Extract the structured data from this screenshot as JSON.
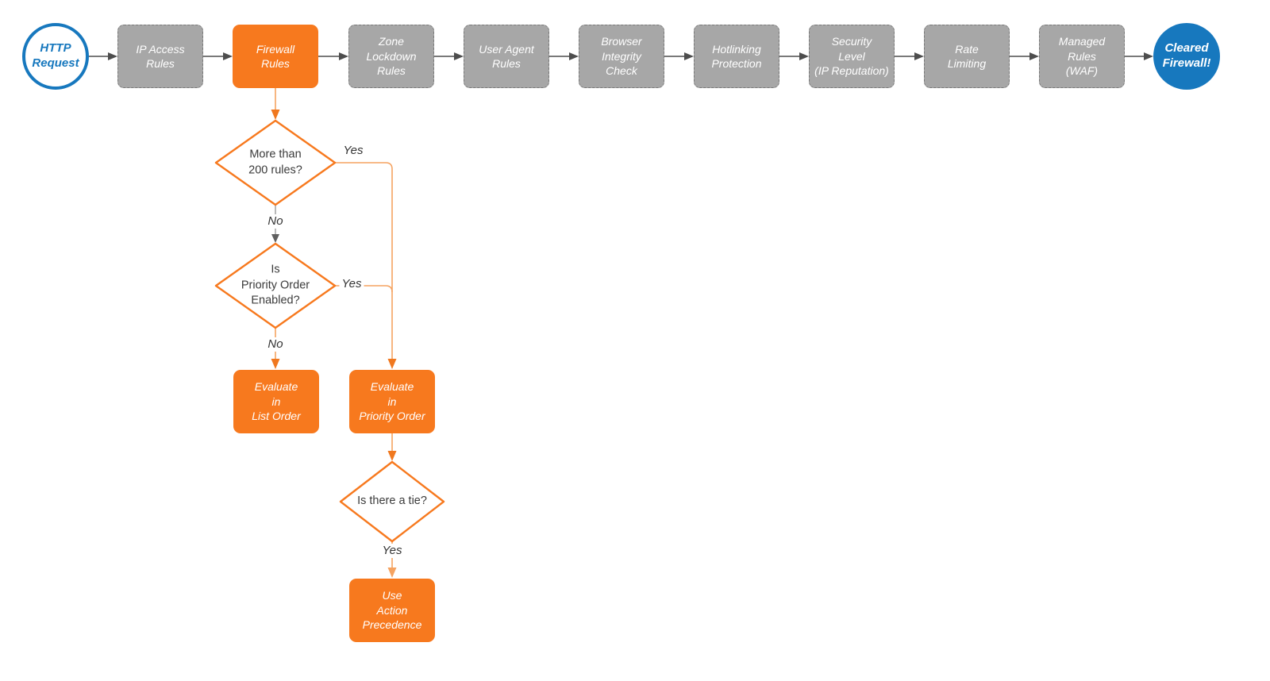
{
  "title": "HTTP request firewall evaluation flowchart",
  "colors": {
    "accent_orange": "#F7791E",
    "connector_orange_light": "#F5A361",
    "node_gray": "#A7A7A7",
    "node_border_gray": "#8F8F8F",
    "brand_blue": "#1778BE",
    "connector_dark": "#4D4D4D",
    "connector_gray": "#9B9B9B",
    "diamond_text": "#3B3B3B",
    "background": "#FFFFFF"
  },
  "flow": {
    "pipeline": [
      {
        "id": "http-request",
        "shape": "circle-outline",
        "label": [
          "HTTP",
          "Request"
        ]
      },
      {
        "id": "ip-access-rules",
        "shape": "rect-gray",
        "label": [
          "IP Access",
          "Rules"
        ]
      },
      {
        "id": "firewall-rules",
        "shape": "rect-orange",
        "label": [
          "Firewall",
          "Rules"
        ]
      },
      {
        "id": "zone-lockdown-rules",
        "shape": "rect-gray",
        "label": [
          "Zone",
          "Lockdown",
          "Rules"
        ]
      },
      {
        "id": "user-agent-rules",
        "shape": "rect-gray",
        "label": [
          "User Agent",
          "Rules"
        ]
      },
      {
        "id": "browser-integrity-check",
        "shape": "rect-gray",
        "label": [
          "Browser",
          "Integrity",
          "Check"
        ]
      },
      {
        "id": "hotlinking-protection",
        "shape": "rect-gray",
        "label": [
          "Hotlinking",
          "Protection"
        ]
      },
      {
        "id": "security-level",
        "shape": "rect-gray",
        "label": [
          "Security",
          "Level",
          "(IP Reputation)"
        ]
      },
      {
        "id": "rate-limiting",
        "shape": "rect-gray",
        "label": [
          "Rate",
          "Limiting"
        ]
      },
      {
        "id": "managed-rules-waf",
        "shape": "rect-gray",
        "label": [
          "Managed",
          "Rules",
          "(WAF)"
        ]
      },
      {
        "id": "cleared-firewall",
        "shape": "circle-filled",
        "label": [
          "Cleared",
          "Firewall!"
        ]
      }
    ],
    "decisions": [
      {
        "id": "more-than-200-rules",
        "label": [
          "More than",
          "200 rules?"
        ]
      },
      {
        "id": "priority-order-enabled",
        "label": [
          "Is",
          "Priority Order",
          "Enabled?"
        ]
      },
      {
        "id": "is-there-a-tie",
        "label": [
          "Is there a tie?"
        ]
      }
    ],
    "actions": [
      {
        "id": "evaluate-in-list-order",
        "label": [
          "Evaluate",
          "in",
          "List Order"
        ]
      },
      {
        "id": "evaluate-in-priority-order",
        "label": [
          "Evaluate",
          "in",
          "Priority Order"
        ]
      },
      {
        "id": "use-action-precedence",
        "label": [
          "Use",
          "Action",
          "Precedence"
        ]
      }
    ],
    "edge_labels": {
      "d1_yes": "Yes",
      "d1_no": "No",
      "d2_yes": "Yes",
      "d2_no": "No",
      "d3_yes": "Yes"
    }
  }
}
